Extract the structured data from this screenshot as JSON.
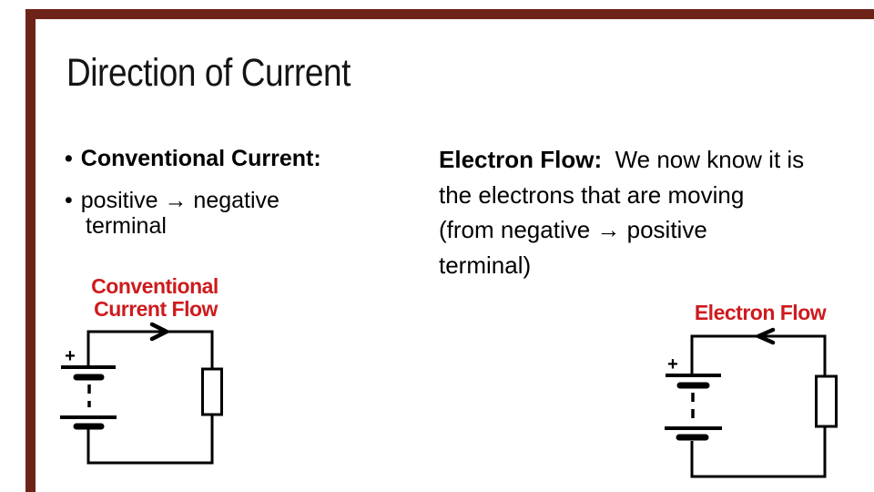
{
  "colors": {
    "accent-border": "#6E2318",
    "label-red": "#CE1B1E",
    "ink": "#141414"
  },
  "slide": {
    "title": "Direction of Current"
  },
  "left_column": {
    "marker": "•",
    "bullet1": "Conventional Current:",
    "bullet2_before": "positive ",
    "arrow": "→",
    "bullet2_after": " negative terminal"
  },
  "right_column": {
    "heading": "Electron Flow:",
    "line1_rest": "  We now know it is",
    "line2": "the electrons that are moving",
    "line3_before": "(from negative ",
    "arrow": "→",
    "line3_after": " positive",
    "line4": "terminal)"
  },
  "left_circuit": {
    "label_line1": "Conventional",
    "label_line2": "Current Flow",
    "plus": "+"
  },
  "right_circuit": {
    "label": "Electron Flow",
    "plus": "+"
  }
}
